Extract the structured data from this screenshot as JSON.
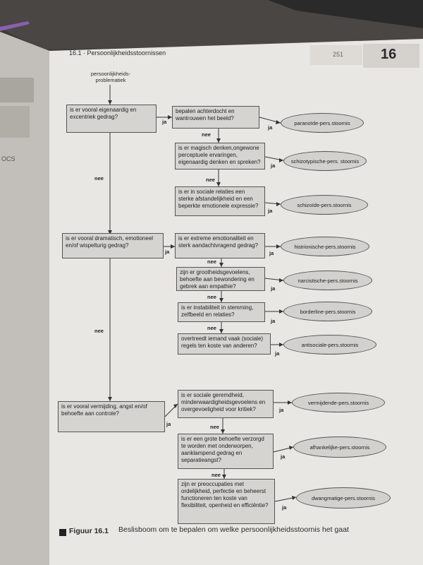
{
  "header": {
    "section": "16.1 · Persoonlijkheidsstoornissen",
    "page_number": "251",
    "chapter": "16"
  },
  "margin": {
    "left_text": "OCS"
  },
  "diagram": {
    "start": "persoonlijkheids-\nproblematiek",
    "questions": [
      "is er vooral eigenaardig en excentriek gedrag?",
      "is er vooral dramatisch, emotioneel en/of wispelturig gedrag?",
      "is er vooral vermijding, angst en/of behoefte aan controle?"
    ],
    "sub": [
      "bepalen achterdocht en wantrouwen het beeld?",
      "is er magisch denken,ongewone perceptuele ervaringen, eigenaardig denken en spreken?",
      "is er in sociale relaties een sterke afstandelijkheid en een beperkte emotionele expressie?",
      "is er extreme emotionaliteit en sterk aandachtvragend gedrag?",
      "zijn er grootheidsgevoelens, behoefte aan bewondering en gebrek aan empathie?",
      "is er instabiliteit in stemming, zelfbeeld en relaties?",
      "overtreedt iemand vaak (sociale) regels ten koste van anderen?",
      "is er sociale geremdheid, minderwaardigheidsgevoelens en overgevoeligheid voor kritiek?",
      "is er een grote behoefte verzorgd te worden met onderworpen, aanklampend gedrag en separatieangst?",
      "zijn er preoccupaties met ordelijkheid, perfectie en beheerst functioneren ten koste van flexibiliteit, openheid en efficiëntie?"
    ],
    "outcomes": [
      "paranoïde-pers.stoornis",
      "schizotypische-pers. stoornis",
      "schizoïde-pers.stoornis",
      "histrionische-pers.stoornis",
      "narcistische-pers.stoornis",
      "borderline-pers.stoornis",
      "antisociale-pers.stoornis",
      "vermijdende-pers.stoornis",
      "afhankelijke-pers.stoornis",
      "dwangmatige-pers.stoornis"
    ],
    "yes": "ja",
    "no": "nee"
  },
  "caption": {
    "label": "Figuur 16.1",
    "text": "Beslisboom om te bepalen om welke persoonlijkheidsstoornis het gaat"
  }
}
